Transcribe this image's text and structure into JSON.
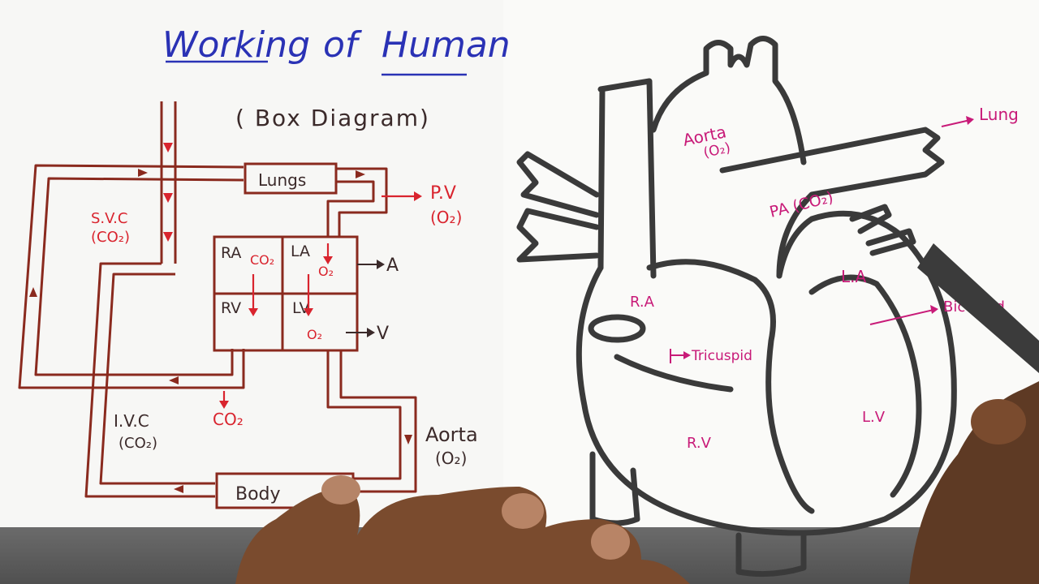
{
  "box_diagram": {
    "title_part1": "Working",
    "title_part2": "of",
    "title_part3": "Human",
    "subtitle": "( Box Diagram)",
    "lungs": "Lungs",
    "body": "Body",
    "pv": "P.V",
    "pv_o2": "(O₂)",
    "svc": "S.V.C",
    "svc_co2": "(CO₂)",
    "ivc": "I.V.C",
    "ivc_co2": "(CO₂)",
    "co2_out": "CO₂",
    "aorta": "Aorta",
    "aorta_o2": "(O₂)",
    "chambers": {
      "ra": "RA",
      "ra_gas": "CO₂",
      "la": "LA",
      "la_gas": "O₂",
      "rv": "RV",
      "lv": "LV",
      "lv_gas": "O₂"
    },
    "arrow_a": "A",
    "arrow_v": "V"
  },
  "heart_diagram": {
    "aorta": "Aorta",
    "aorta_o2": "(O₂)",
    "pa": "PA (CO₂)",
    "lungs": "Lung",
    "ra": "R.A",
    "la": "L.A",
    "rv": "R.V",
    "lv": "L.V",
    "tricuspid": "Tricuspid",
    "bicuspid": "Bicuspid"
  },
  "colors": {
    "ink_blue": "#2a32b5",
    "box_brown": "#8a2a1e",
    "label_red": "#d9242e",
    "label_magenta": "#c81a78",
    "outline_gray": "#3a3a3a"
  }
}
